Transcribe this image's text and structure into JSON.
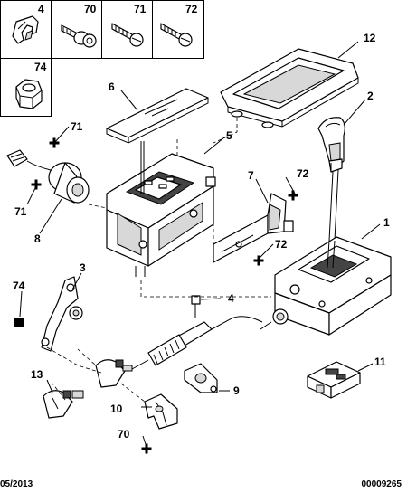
{
  "diagram": {
    "footer": {
      "date": "05/2013",
      "reference": "00009265"
    },
    "legend_boxes": [
      {
        "id": "4",
        "label": "4",
        "icon": "clip-icon"
      },
      {
        "id": "70",
        "label": "70",
        "icon": "bolt-washer-icon"
      },
      {
        "id": "71",
        "label": "71",
        "icon": "screw-icon"
      },
      {
        "id": "72",
        "label": "72",
        "icon": "screw-icon"
      },
      {
        "id": "74",
        "label": "74",
        "icon": "nut-icon"
      }
    ],
    "callouts": [
      {
        "id": "c12",
        "label": "12"
      },
      {
        "id": "c6",
        "label": "6"
      },
      {
        "id": "c2",
        "label": "2"
      },
      {
        "id": "c71a",
        "label": "71"
      },
      {
        "id": "c5",
        "label": "5"
      },
      {
        "id": "c71b",
        "label": "71"
      },
      {
        "id": "c8",
        "label": "8"
      },
      {
        "id": "c7",
        "label": "7"
      },
      {
        "id": "c72a",
        "label": "72"
      },
      {
        "id": "c72b",
        "label": "72"
      },
      {
        "id": "c1",
        "label": "1"
      },
      {
        "id": "c3",
        "label": "3"
      },
      {
        "id": "c74",
        "label": "74"
      },
      {
        "id": "c4",
        "label": "4"
      },
      {
        "id": "c11",
        "label": "11"
      },
      {
        "id": "c13",
        "label": "13"
      },
      {
        "id": "c9",
        "label": "9"
      },
      {
        "id": "c10",
        "label": "10"
      },
      {
        "id": "c70",
        "label": "70"
      }
    ]
  }
}
